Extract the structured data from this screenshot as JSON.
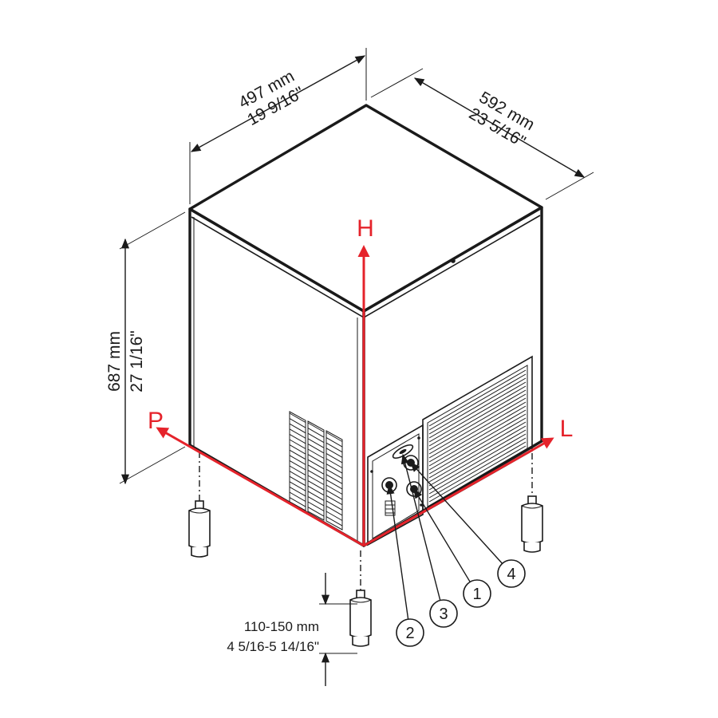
{
  "dimensions": {
    "width": {
      "mm": "497 mm",
      "inch": "19 9/16\""
    },
    "depth": {
      "mm": "592 mm",
      "inch": "23 5/16\""
    },
    "height": {
      "mm": "687 mm",
      "inch": "27 1/16\""
    },
    "feet": {
      "mm": "110-150 mm",
      "inch": "4 5/16-5 14/16\""
    }
  },
  "axes": {
    "height_axis": "H",
    "depth_axis": "P",
    "length_axis": "L",
    "color": "#e5232b"
  },
  "connections": [
    "1",
    "2",
    "3",
    "4"
  ]
}
